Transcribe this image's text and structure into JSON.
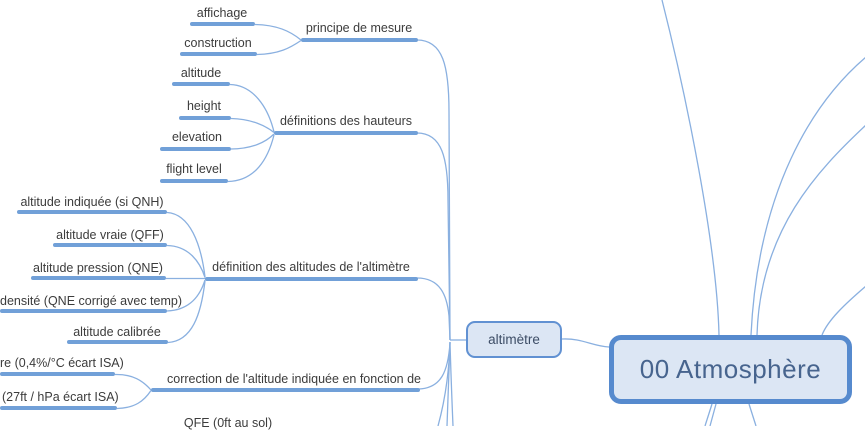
{
  "map": {
    "root": {
      "label": "00 Atmosphère"
    },
    "node": {
      "label": "altimètre"
    },
    "branches": [
      {
        "label": "principe de mesure",
        "children": [
          "affichage",
          "construction"
        ]
      },
      {
        "label": "définitions des hauteurs",
        "children": [
          "altitude",
          "height",
          "elevation",
          "flight level"
        ]
      },
      {
        "label": "définition des altitudes de l'altimètre",
        "children": [
          "altitude indiquée (si QNH)",
          "altitude vraie (QFF)",
          "altitude pression (QNE)",
          "densité (QNE corrigé avec temp)",
          "altitude calibrée"
        ]
      },
      {
        "label": "correction de l'altitude indiquée en fonction de",
        "children": [
          "re (0,4%/°C écart ISA)",
          "(27ft / hPa écart ISA)"
        ]
      },
      {
        "label": "QFE (0ft au sol)",
        "children": []
      }
    ],
    "colors": {
      "edge": "#8ab0e0",
      "underline": "#71a0d8",
      "node_fill": "#dce6f4",
      "node_border": "#6191d2",
      "root_border": "#568ace",
      "root_text": "#47648e",
      "label_text": "#3c3c3c"
    }
  }
}
